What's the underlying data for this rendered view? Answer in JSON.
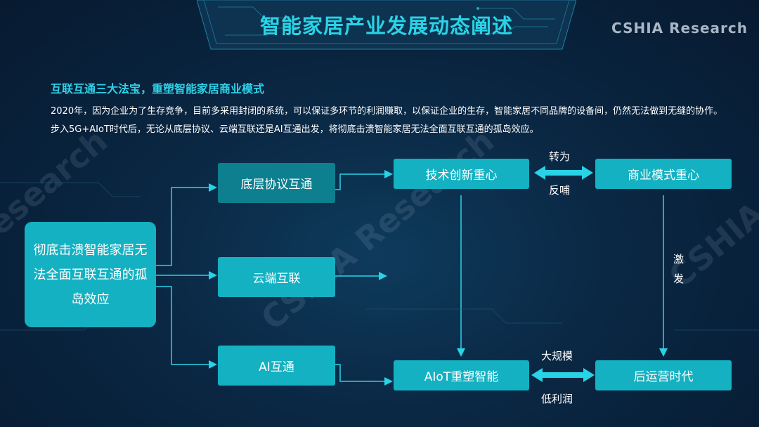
{
  "header": {
    "title": "智能家居产业发展动态阐述",
    "brand": "CSHIA  Research"
  },
  "section": {
    "subtitle": "互联互通三大法宝，重塑智能家居商业模式",
    "paragraph": "2020年，因为企业为了生存竞争，目前多采用封闭的系统，可以保证多环节的利润赚取，以保证企业的生存，智能家居不同品牌的设备间，仍然无法做到无缝的协作。步入5G+AIoT时代后，无论从底层协议、云端互联还是AI互通出发，将彻底击溃智能家居无法全面互联互通的孤岛效应。"
  },
  "diagram": {
    "source": "彻底击溃智能家居无法全面互联互通的孤岛效应",
    "paths": {
      "protocol": "底层协议互通",
      "cloud": "云端互联",
      "ai": "AI互通"
    },
    "outcomes": {
      "tech_innovation": "技术创新重心",
      "business_model": "商业模式重心",
      "aiot": "AIoT重塑智能",
      "post_operation": "后运营时代"
    },
    "labels": {
      "transform": "转为",
      "feedback": "反哺",
      "stimulate_1": "激",
      "stimulate_2": "发",
      "large_scale": "大规模",
      "low_profit": "低利润"
    }
  },
  "watermark": "CSHIA Research",
  "colors": {
    "background": "#0a2743",
    "accent": "#29d3e6",
    "box_cyan": "#14b1c2",
    "box_teal": "#0e7f8e"
  }
}
